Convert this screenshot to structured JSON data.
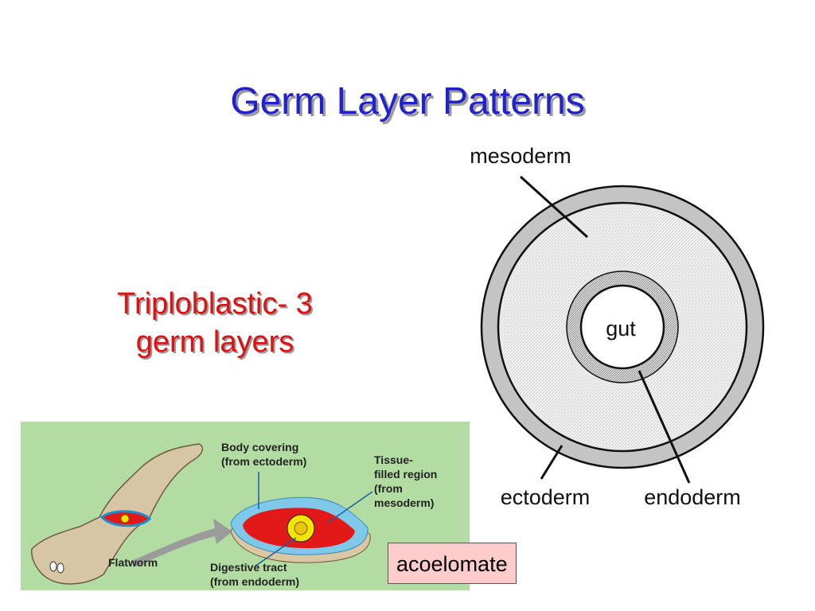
{
  "title": "Germ Layer Patterns",
  "subtitle": [
    "Triploblastic- 3",
    "germ layers"
  ],
  "cross_section": {
    "labels": {
      "mesoderm": "mesoderm",
      "gut": "gut",
      "ectoderm": "ectoderm",
      "endoderm": "endoderm"
    }
  },
  "flatworm_panel": {
    "labels": {
      "body_covering": [
        "Body covering",
        "(from ectoderm)"
      ],
      "tissue_filled": [
        "Tissue-",
        "filled region",
        "(from",
        "mesoderm)"
      ],
      "flatworm": "Flatworm",
      "digestive_tract": [
        "Digestive tract",
        "(from endoderm)"
      ]
    }
  },
  "tag": "acoelomate",
  "colors": {
    "title": "#2222cc",
    "subtitle": "#dd1111",
    "panel_bg": "#b3dca3",
    "tag_bg": "#ffcccc"
  }
}
